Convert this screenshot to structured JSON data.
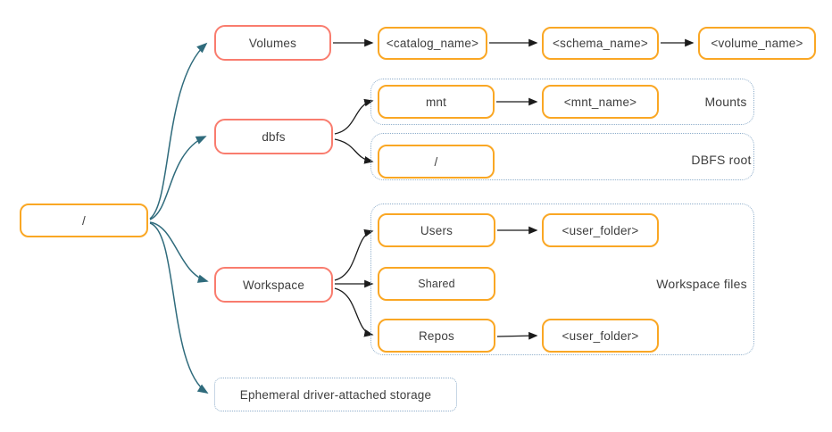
{
  "colors": {
    "red_border": "#f97c6e",
    "orange_border": "#faa724",
    "teal_arrow": "#2f6b7c",
    "arrow_black": "#1b1b1b",
    "dotted_border": "#8faecb",
    "text": "#3e3e3e"
  },
  "nodes": {
    "root": "/",
    "volumes": "Volumes",
    "catalog_name": "<catalog_name>",
    "schema_name": "<schema_name>",
    "volume_name": "<volume_name>",
    "dbfs": "dbfs",
    "mnt": "mnt",
    "mnt_name": "<mnt_name>",
    "dbfs_slash": "/",
    "workspace": "Workspace",
    "users": "Users",
    "user_folder_a": "<user_folder>",
    "shared": "Shared",
    "repos": "Repos",
    "user_folder_b": "<user_folder>",
    "ephemeral": "Ephemeral driver-attached storage"
  },
  "group_labels": {
    "mounts": "Mounts",
    "dbfs_root": "DBFS root",
    "workspace_files": "Workspace files"
  }
}
